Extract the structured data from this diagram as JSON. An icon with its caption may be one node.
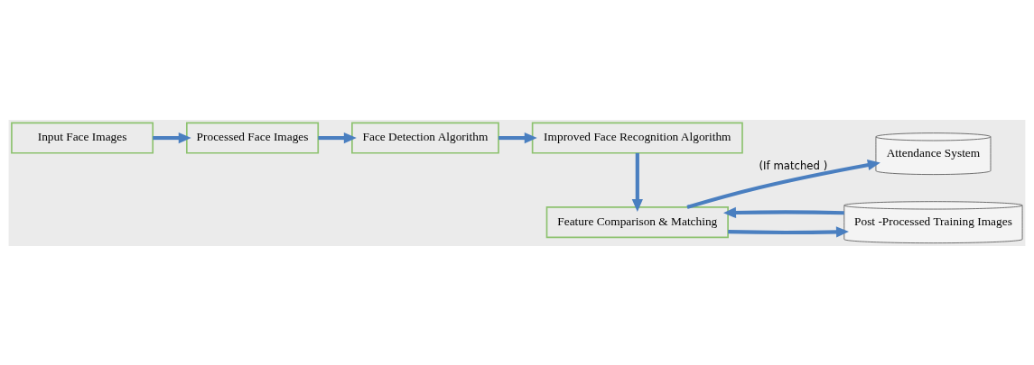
{
  "diagram": {
    "nodes": [
      {
        "text": [
          "Input Face Images"
        ]
      },
      {
        "text": [
          "Processed Face Images"
        ]
      },
      {
        "text": [
          "Face Detection Algorithm"
        ]
      },
      {
        "text": [
          "Improved Face Recognition Algorithm"
        ]
      },
      {
        "text": [
          "Feature Comparison & Matching"
        ]
      },
      {
        "text": [
          "Attendance System"
        ]
      },
      {
        "text": [
          "Post -Processed Training Images"
        ]
      }
    ],
    "edges": [
      {
        "from": 0,
        "to": 1,
        "arrow": "to"
      },
      {
        "from": 1,
        "to": 2,
        "arrow": "to"
      },
      {
        "from": 2,
        "to": 3,
        "arrow": "to"
      },
      {
        "from": 3,
        "to": 4,
        "arrow": "to"
      },
      {
        "from": 4,
        "to": 5,
        "arrow": "to",
        "label": "(If matched )"
      },
      {
        "from": 6,
        "to": 4,
        "arrow": "to"
      },
      {
        "from": 4,
        "to": 6,
        "arrow": "to"
      }
    ]
  }
}
